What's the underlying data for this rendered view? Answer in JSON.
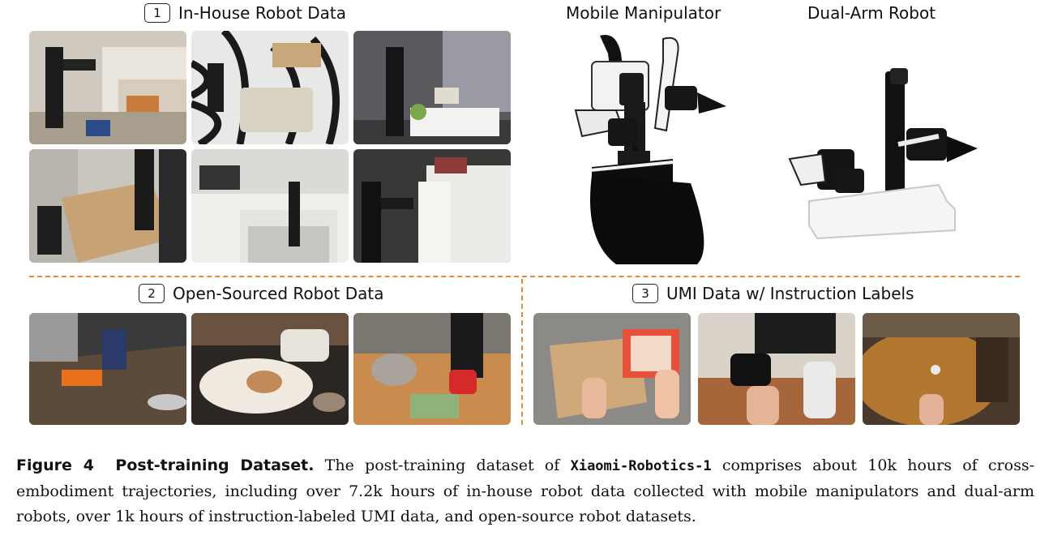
{
  "sections": {
    "inhouse": {
      "number": "1",
      "title": "In-House Robot Data"
    },
    "opensource": {
      "number": "2",
      "title": "Open-Sourced Robot Data"
    },
    "umi": {
      "number": "3",
      "title": "UMI Data w/ Instruction Labels"
    }
  },
  "robots": {
    "mobile": {
      "title": "Mobile Manipulator"
    },
    "dual": {
      "title": "Dual-Arm Robot"
    }
  },
  "caption": {
    "figure_label": "Figure 4",
    "title": "Post-training Dataset.",
    "text_before_model": "The post-training dataset of",
    "model_name": "Xiaomi-Robotics-1",
    "text_after_model": "comprises about 10k hours of cross-embodiment trajectories, including over 7.2k hours of in-house robot data collected with mobile manipulators and dual-arm robots, over 1k hours of instruction-labeled UMI data, and open-source robot datasets."
  },
  "colors": {
    "divider": "#e8893a"
  }
}
